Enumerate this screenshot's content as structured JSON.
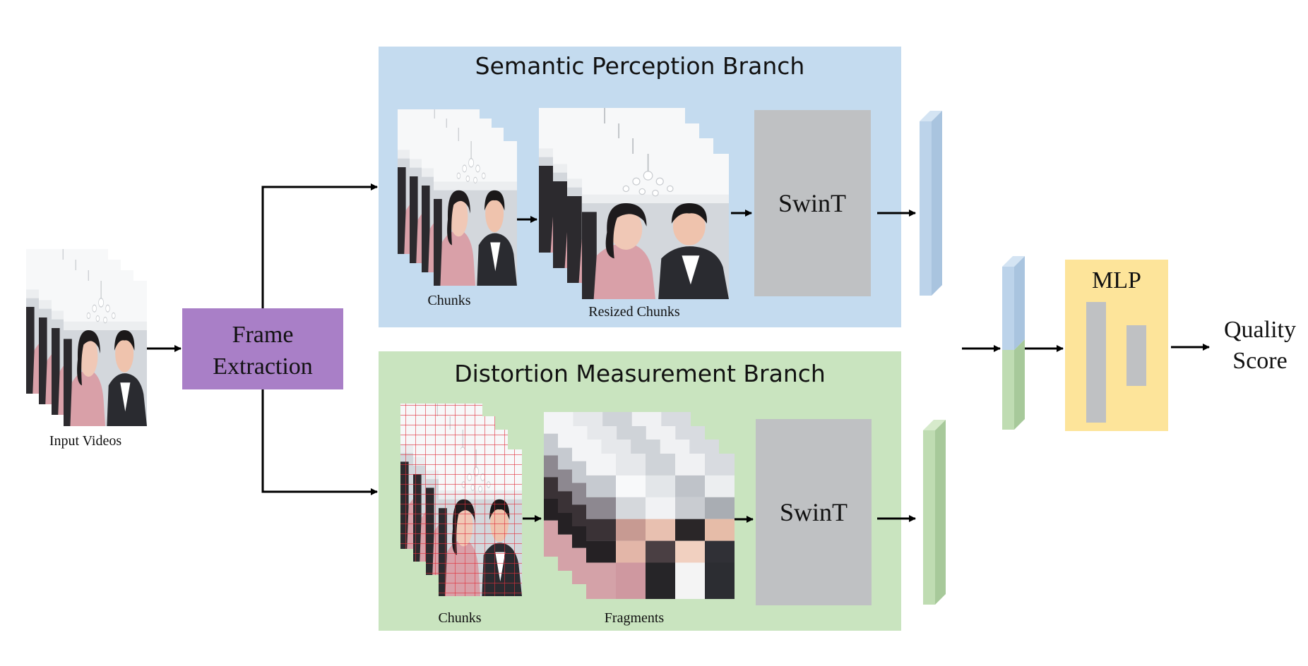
{
  "input": {
    "label": "Input Videos"
  },
  "frame_extraction": {
    "line1": "Frame",
    "line2": "Extraction",
    "color": "#a97fc7"
  },
  "semantic_branch": {
    "title": "Semantic Perception Branch",
    "bg_color": "#c4dbef",
    "chunks_label": "Chunks",
    "resized_label": "Resized Chunks",
    "model_label": "SwinT"
  },
  "distortion_branch": {
    "title": "Distortion Measurement Branch",
    "bg_color": "#c9e4bf",
    "chunks_label": "Chunks",
    "fragments_label": "Fragments",
    "model_label": "SwinT"
  },
  "mlp": {
    "label": "MLP",
    "bg_color": "#fde49a"
  },
  "output": {
    "line1": "Quality",
    "line2": "Score"
  },
  "colors": {
    "swin_box": "#bfc1c3",
    "feature_blue": "#bcd3ea",
    "feature_green": "#bfdcb2",
    "grid_red": "#e0303c",
    "arrow": "#000000"
  }
}
